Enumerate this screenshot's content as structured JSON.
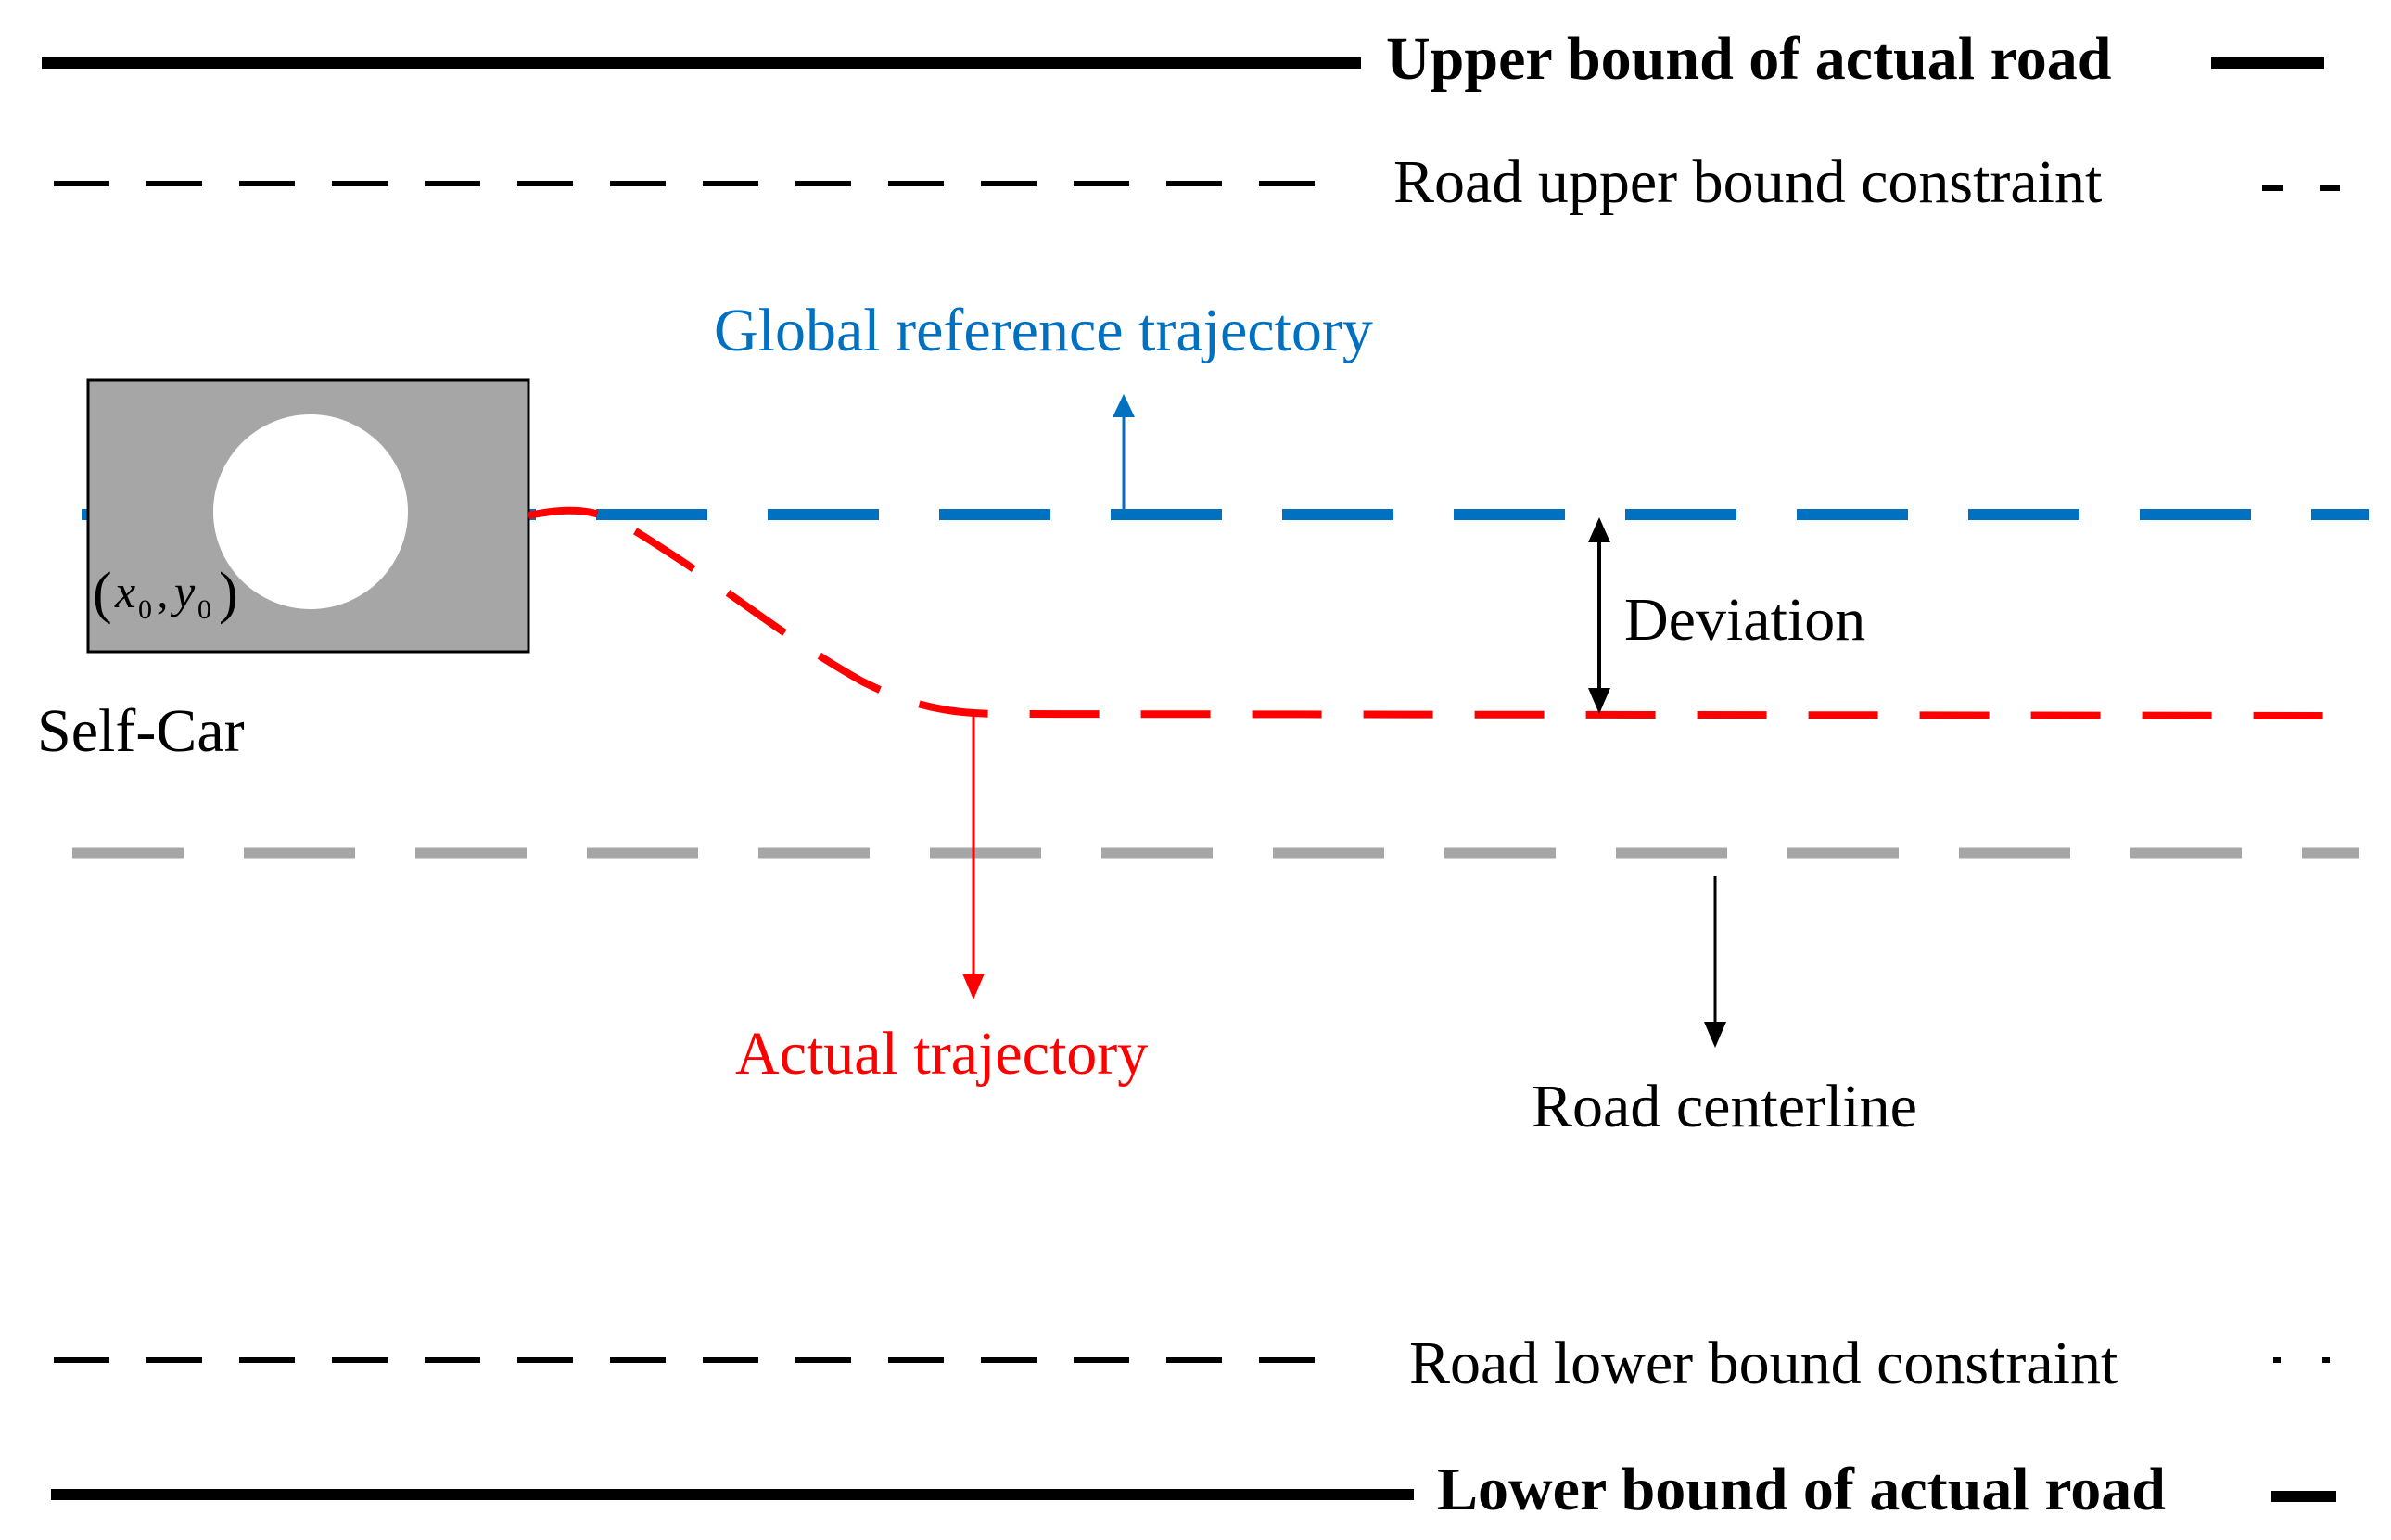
{
  "labels": {
    "upper_bound_actual": "Upper bound of actual road",
    "upper_bound_constraint": "Road upper bound constraint",
    "global_reference": "Global reference trajectory",
    "deviation": "Deviation",
    "self_car": "Self-Car",
    "actual_trajectory": "Actual trajectory",
    "road_centerline": "Road centerline",
    "lower_bound_constraint": "Road lower bound constraint",
    "lower_bound_actual": "Lower bound of actual road"
  },
  "coordinate": {
    "x": "x",
    "x_sub": "0",
    "y": "y",
    "y_sub": "0",
    "open": "(",
    "comma": ",",
    "close": ")"
  },
  "colors": {
    "black": "#000000",
    "blue": "#0070c0",
    "red": "#ff0000",
    "gray": "#a6a6a6",
    "car_body": "#a6a6a6"
  }
}
